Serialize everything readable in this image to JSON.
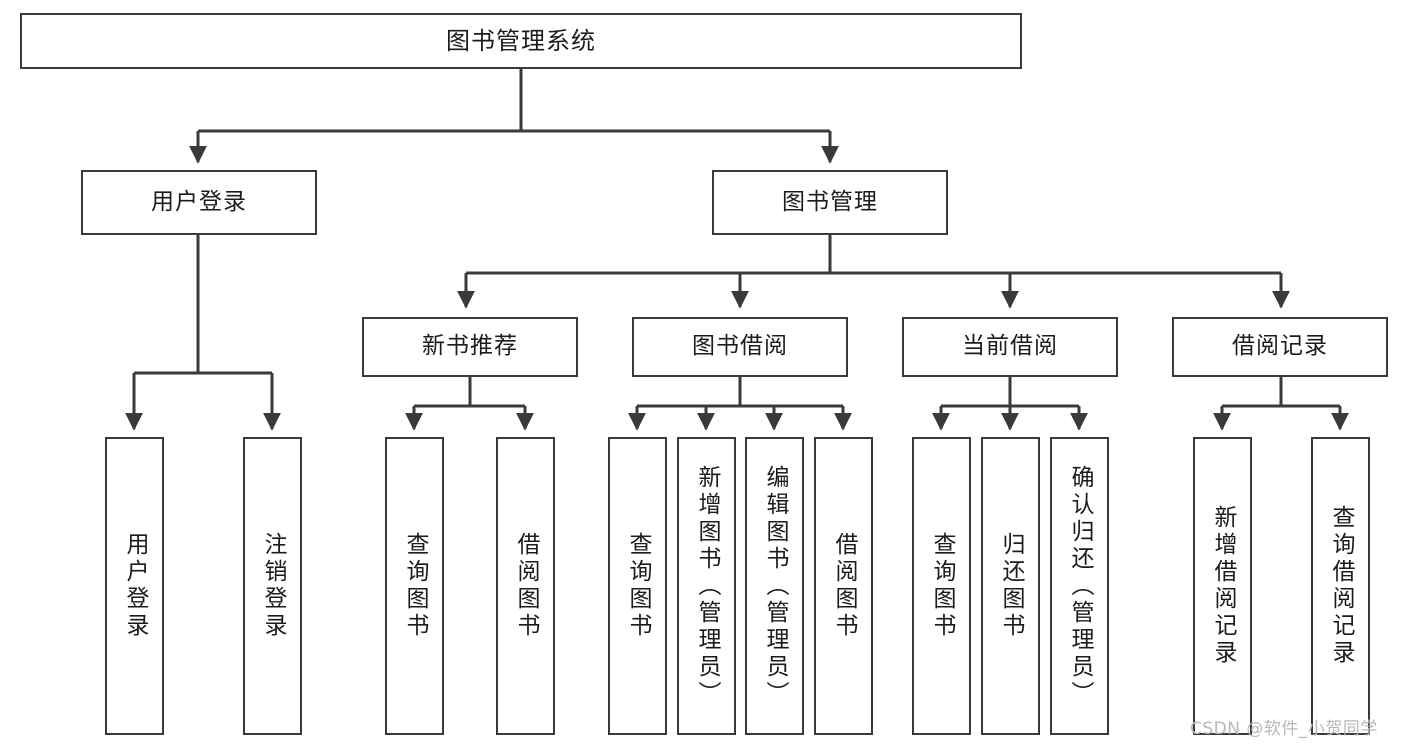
{
  "diagram": {
    "type": "tree-hierarchy-chart",
    "title": "图书管理系统",
    "line_color": "#3a3a3a",
    "box_fill": "#ffffff",
    "text_color": "#1c1c1c",
    "nodes": {
      "root": {
        "label": "图书管理系统"
      },
      "level2": [
        {
          "label": "用户登录"
        },
        {
          "label": "图书管理"
        }
      ],
      "level3": [
        {
          "label": "新书推荐"
        },
        {
          "label": "图书借阅"
        },
        {
          "label": "当前借阅"
        },
        {
          "label": "借阅记录"
        }
      ],
      "leaves_user_login": [
        {
          "label": "用户登录"
        },
        {
          "label": "注销登录"
        }
      ],
      "leaves_new_book": [
        {
          "label": "查询图书"
        },
        {
          "label": "借阅图书"
        }
      ],
      "leaves_borrow": [
        {
          "label": "查询图书"
        },
        {
          "label": "新增图书（管理员）"
        },
        {
          "label": "编辑图书（管理员）"
        },
        {
          "label": "借阅图书"
        }
      ],
      "leaves_current": [
        {
          "label": "查询图书"
        },
        {
          "label": "归还图书"
        },
        {
          "label": "确认归还（管理员）"
        }
      ],
      "leaves_records": [
        {
          "label": "新增借阅记录"
        },
        {
          "label": "查询借阅记录"
        }
      ]
    }
  },
  "watermark": {
    "text": "CSDN @软件_小贺同学"
  }
}
